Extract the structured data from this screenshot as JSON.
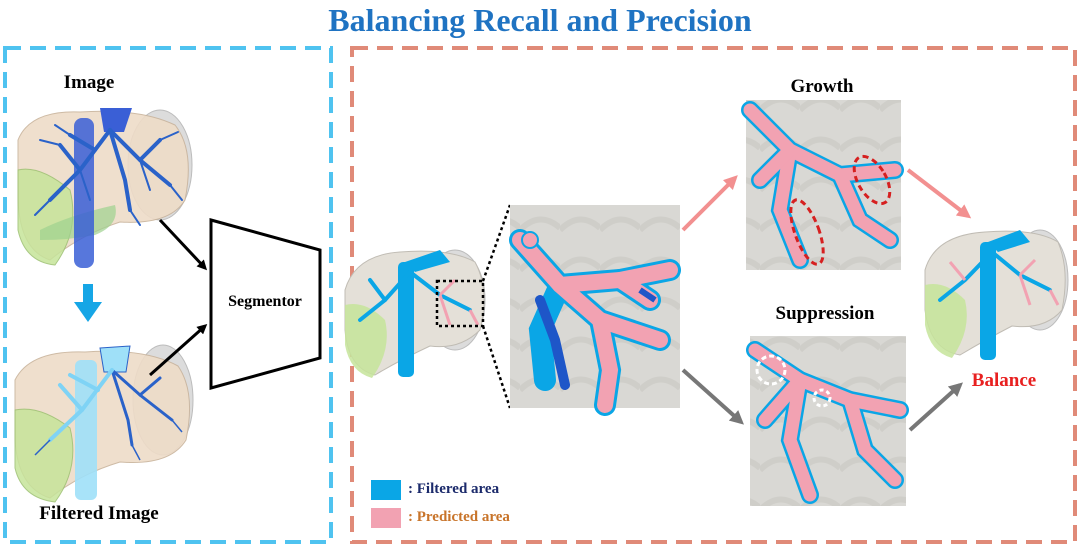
{
  "title": "Balancing Recall and Precision",
  "left_panel": {
    "image_label": "Image",
    "filtered_label": "Filtered Image",
    "segmentor_label": "Segmentor"
  },
  "right_panel": {
    "growth_label": "Growth",
    "suppression_label": "Suppression",
    "balance_label": "Balance"
  },
  "legend": {
    "filtered": ": Filtered area",
    "predicted": ": Predicted area"
  },
  "colors": {
    "title": "#1f73c2",
    "left_border": "#4fc3f0",
    "right_border": "#e08a78",
    "filtered": "#0aa6e6",
    "predicted": "#f2a2b2",
    "balance": "#e82020",
    "filtered_text": "#1b2a6b",
    "predicted_text": "#c8742a",
    "growth_arrow": "#f29090",
    "suppression_arrow": "#777777"
  }
}
